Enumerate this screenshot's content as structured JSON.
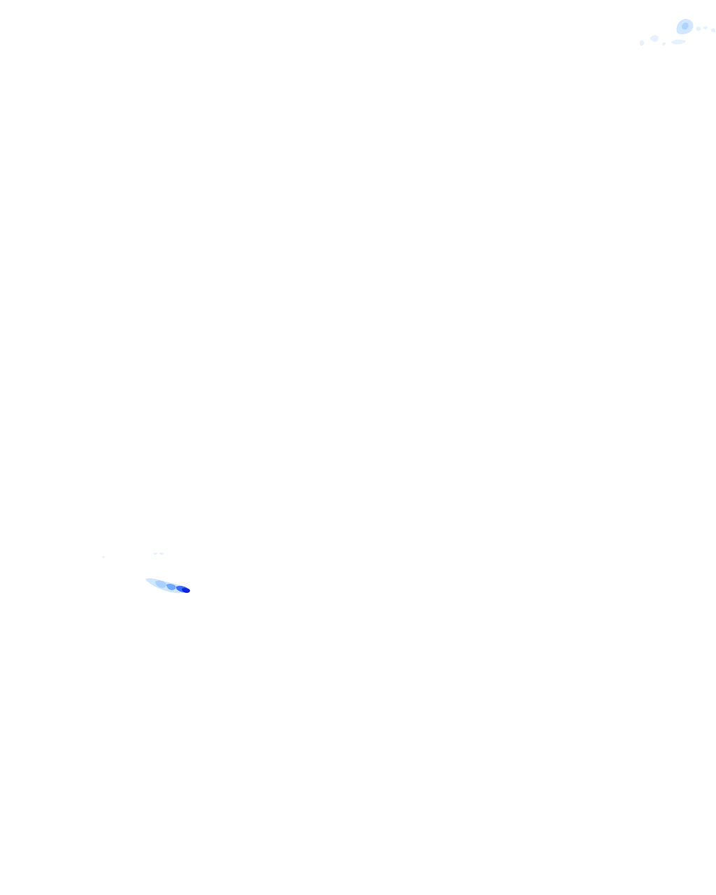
{
  "overlay": {
    "kind": "precipitation-radar-tile",
    "background": "#ffffff",
    "intensity_scale": [
      {
        "level": "very-light",
        "color": "#e6f2ff"
      },
      {
        "level": "light",
        "color": "#cfe6ff"
      },
      {
        "level": "light-moderate",
        "color": "#a9d0ff"
      },
      {
        "level": "moderate",
        "color": "#6fa8ff"
      },
      {
        "level": "moderate-heavy",
        "color": "#3a6cff"
      },
      {
        "level": "heavy",
        "color": "#1024e0"
      }
    ],
    "echo_groups": [
      {
        "name": "top-right-light-echoes",
        "dominant_level": "light"
      },
      {
        "name": "lower-left-rain-band",
        "dominant_level": "moderate-heavy"
      }
    ]
  }
}
